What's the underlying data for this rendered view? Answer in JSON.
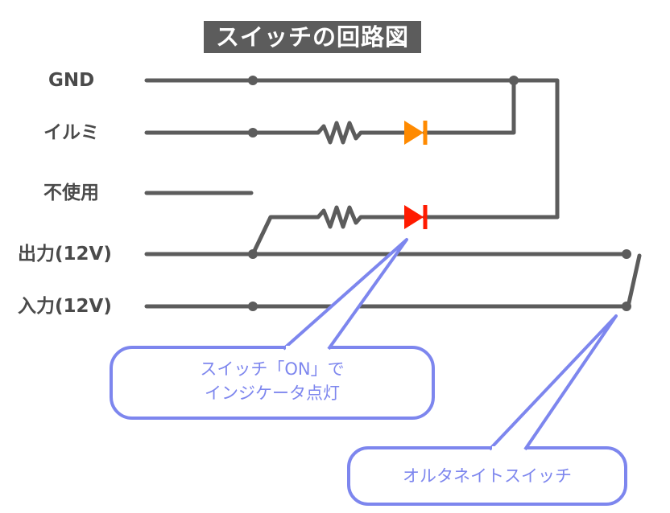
{
  "title": "スイッチの回路図",
  "rows": [
    {
      "label": "GND"
    },
    {
      "label": "イルミ"
    },
    {
      "label": "不使用"
    },
    {
      "label": "出力(12V)"
    },
    {
      "label": "入力(12V)"
    }
  ],
  "callouts": {
    "indicator": {
      "line1": "スイッチ「ON」で",
      "line2": "インジケータ点灯"
    },
    "switch": {
      "text": "オルタネイトスイッチ"
    }
  },
  "colors": {
    "wire": "#5c5c5c",
    "led_illumination": "#ff8a00",
    "led_indicator": "#ff1a00",
    "callout": "#7d86ee"
  }
}
